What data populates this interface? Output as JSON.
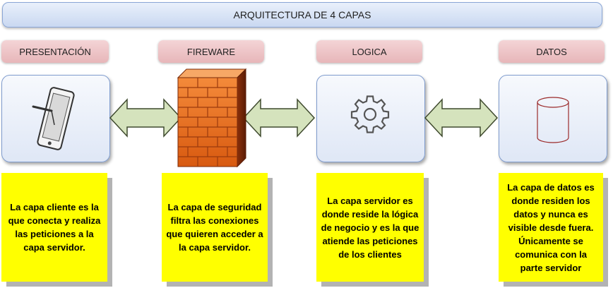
{
  "diagram": {
    "title": "ARQUITECTURA DE 4 CAPAS",
    "layers": [
      {
        "id": "presentacion",
        "label": "PRESENTACIÓN",
        "icon": "tablet-icon",
        "note": "La capa cliente es la que  conecta y realiza las peticiones a la capa servidor."
      },
      {
        "id": "firewall",
        "label": "FIREWARE",
        "icon": "firewall-brick-wall-icon",
        "note": "La capa de seguridad filtra las conexiones que quieren acceder a la capa servidor."
      },
      {
        "id": "logica",
        "label": "LOGICA",
        "icon": "gear-icon",
        "note": "La capa servidor es donde reside la lógica de negocio y es la que atiende las peticiones de los clientes"
      },
      {
        "id": "datos",
        "label": "DATOS",
        "icon": "database-cylinder-icon",
        "note": "La capa de datos es donde residen los datos y nunca es visible desde fuera. Únicamente se comunica con la parte servidor"
      }
    ],
    "connections": [
      {
        "from": "presentacion",
        "to": "firewall",
        "type": "bidirectional"
      },
      {
        "from": "firewall",
        "to": "logica",
        "type": "bidirectional"
      },
      {
        "from": "logica",
        "to": "datos",
        "type": "bidirectional"
      }
    ],
    "colors": {
      "title_fill": "#c9d8f1",
      "label_fill": "#e7b6b9",
      "panel_fill": "#dfe7f6",
      "arrow_fill": "#d5e3bd",
      "arrow_stroke": "#3f4a2e",
      "firewall_brick": "#f26b1d",
      "note_fill": "#ffff00"
    }
  }
}
